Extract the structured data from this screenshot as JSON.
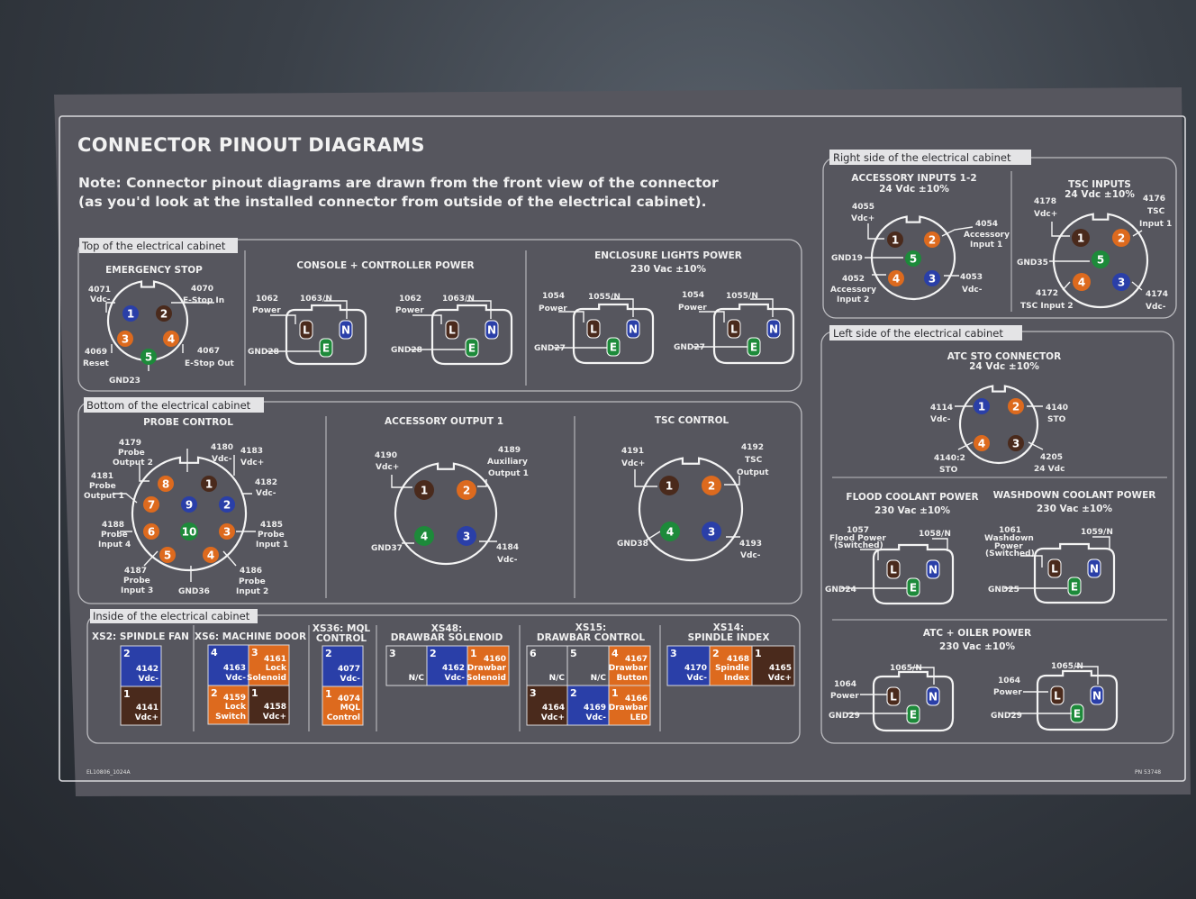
{
  "plate": {
    "title": "CONNECTOR PINOUT DIAGRAMS",
    "note_line1": "Note: Connector pinout diagrams are drawn from the front view of the connector",
    "note_line2": "(as you'd look at the installed connector from outside of the electrical cabinet).",
    "part_code_left": "EL10806_1024A",
    "part_code_right": "PN 53748"
  },
  "colors": {
    "brown": "#4a2a1c",
    "orange": "#dd6a1e",
    "blue": "#2a3fa8",
    "green": "#1d8a3a",
    "white": "#ffffff"
  },
  "sections": {
    "top": "Top of the electrical cabinet",
    "bottom": "Bottom of the electrical cabinet",
    "inside": "Inside of the electrical cabinet",
    "right": "Right side of the electrical cabinet",
    "left": "Left side of the electrical cabinet"
  },
  "connectors": {
    "estop": {
      "title": "EMERGENCY STOP",
      "l_4071": "4071",
      "l_vdcm": "Vdc-",
      "l_4070": "4070",
      "l_estopin": "E-Stop In",
      "l_4069": "4069",
      "l_reset": "Reset",
      "l_4067": "4067",
      "l_estopout": "E-Stop Out",
      "l_gnd": "GND23",
      "pins": [
        "1",
        "2",
        "3",
        "4",
        "5"
      ]
    },
    "console": {
      "title": "CONSOLE + CONTROLLER POWER",
      "a_1062": "1062",
      "a_power": "Power",
      "a_1063": "1063/N",
      "a_gnd": "GND28",
      "b_1062": "1062",
      "b_power": "Power",
      "b_1063": "1063/N",
      "b_gnd": "GND28",
      "pins": [
        "L",
        "N",
        "E"
      ]
    },
    "enclosure": {
      "title": "ENCLOSURE LIGHTS POWER",
      "subtitle": "230 Vac ±10%",
      "a_1054": "1054",
      "a_power": "Power",
      "a_1055": "1055/N",
      "a_gnd": "GND27",
      "b_1054": "1054",
      "b_power": "Power",
      "b_1055": "1055/N",
      "b_gnd": "GND27"
    },
    "probe": {
      "title": "PROBE CONTROL",
      "l_4179": "4179",
      "l_probe_out2_a": "Probe",
      "l_probe_out2_b": "Output 2",
      "l_4180": "4180",
      "l_vdcm": "Vdc-",
      "l_4183": "4183",
      "l_vdcp": "Vdc+",
      "l_4181": "4181",
      "l_probe_out1_a": "Probe",
      "l_probe_out1_b": "Output 1",
      "l_4182": "4182",
      "l_4182v": "Vdc-",
      "l_4188": "4188",
      "l_probe_in4_a": "Probe",
      "l_probe_in4_b": "Input 4",
      "l_4185": "4185",
      "l_probe_in1_a": "Probe",
      "l_probe_in1_b": "Input 1",
      "l_4187": "4187",
      "l_probe_in3_a": "Probe",
      "l_probe_in3_b": "Input 3",
      "l_gnd": "GND36",
      "l_4186": "4186",
      "l_probe_in2_a": "Probe",
      "l_probe_in2_b": "Input 2",
      "pins": [
        "8",
        "1",
        "7",
        "9",
        "2",
        "6",
        "10",
        "3",
        "5",
        "4"
      ]
    },
    "accessory_out": {
      "title": "ACCESSORY OUTPUT 1",
      "l_4190": "4190",
      "l_vdcp": "Vdc+",
      "l_4189": "4189",
      "l_aux_a": "Auxiliary",
      "l_aux_b": "Output 1",
      "l_gnd": "GND37",
      "l_4184": "4184",
      "l_vdcm": "Vdc-",
      "pins": [
        "1",
        "2",
        "4",
        "3"
      ]
    },
    "tsc_control": {
      "title": "TSC CONTROL",
      "l_4191": "4191",
      "l_vdcp": "Vdc+",
      "l_4192": "4192",
      "l_tsc_a": "TSC",
      "l_tsc_b": "Output",
      "l_gnd": "GND38",
      "l_4193": "4193",
      "l_vdcm": "Vdc-",
      "pins": [
        "1",
        "2",
        "4",
        "3"
      ]
    },
    "accessory_in": {
      "title": "ACCESSORY INPUTS 1-2",
      "subtitle": "24 Vdc ±10%",
      "l_4055": "4055",
      "l_vdcp": "Vdc+",
      "l_4054": "4054",
      "l_acc1_a": "Accessory",
      "l_acc1_b": "Input 1",
      "l_gnd": "GND19",
      "l_4052": "4052",
      "l_acc2_a": "Accessory",
      "l_acc2_b": "Input 2",
      "l_4053": "4053",
      "l_vdcm": "Vdc-",
      "pins": [
        "1",
        "2",
        "5",
        "4",
        "3"
      ]
    },
    "tsc_inputs": {
      "title": "TSC INPUTS",
      "subtitle": "24 Vdc ±10%",
      "l_4178": "4178",
      "l_vdcp": "Vdc+",
      "l_4176": "4176",
      "l_tsc_a": "TSC",
      "l_tsc_b": "Input 1",
      "l_gnd": "GND35",
      "l_4172": "4172",
      "l_tsc2": "TSC Input 2",
      "l_4174": "4174",
      "l_vdcm": "Vdc-",
      "pins": [
        "1",
        "2",
        "5",
        "4",
        "3"
      ]
    },
    "atc_sto": {
      "title": "ATC STO CONNECTOR",
      "subtitle": "24 Vdc ±10%",
      "l_4114": "4114",
      "l_vdcm": "Vdc-",
      "l_4140": "4140",
      "l_sto": "STO",
      "l_4140_2": "4140:2",
      "l_sto2": "STO",
      "l_4205": "4205",
      "l_24vdc": "24 Vdc",
      "pins": [
        "1",
        "2",
        "4",
        "3"
      ]
    },
    "flood": {
      "title": "FLOOD COOLANT POWER",
      "subtitle": "230 Vac ±10%",
      "l_1057": "1057",
      "l_fp_a": "Flood Power",
      "l_fp_b": "(Switched)",
      "l_1058": "1058/N",
      "l_gnd": "GND24"
    },
    "washdown": {
      "title": "WASHDOWN COOLANT POWER",
      "subtitle": "230 Vac ±10%",
      "l_1061": "1061",
      "l_wd_a": "Washdown",
      "l_wd_b": "Power",
      "l_wd_c": "(Switched)",
      "l_1059": "1059/N",
      "l_gnd": "GND25"
    },
    "atc_oiler": {
      "title": "ATC + OILER POWER",
      "subtitle": "230 Vac ±10%",
      "a_1065": "1065/N",
      "a_1064": "1064",
      "a_power": "Power",
      "a_gnd": "GND29",
      "b_1065": "1065/N",
      "b_1064": "1064",
      "b_power": "Power",
      "b_gnd": "GND29"
    }
  },
  "inside": {
    "xs2": {
      "title": "XS2: SPINDLE FAN",
      "c1": {
        "num": "2",
        "wire": "4142",
        "desc": "Vdc-"
      },
      "c2": {
        "num": "1",
        "wire": "4141",
        "desc": "Vdc+"
      }
    },
    "xs6": {
      "title": "XS6: MACHINE DOOR",
      "c1": {
        "num": "4",
        "wire": "4163",
        "desc": "Vdc-"
      },
      "c2": {
        "num": "3",
        "wire": "4161",
        "desc_a": "Lock",
        "desc_b": "Solenoid"
      },
      "c3": {
        "num": "2",
        "wire": "4159",
        "desc_a": "Lock",
        "desc_b": "Switch"
      },
      "c4": {
        "num": "1",
        "wire": "4158",
        "desc": "Vdc+"
      }
    },
    "xs36": {
      "title_a": "XS36: MQL",
      "title_b": "CONTROL",
      "c1": {
        "num": "2",
        "wire": "4077",
        "desc": "Vdc-"
      },
      "c2": {
        "num": "1",
        "wire": "4074",
        "desc_a": "MQL",
        "desc_b": "Control"
      }
    },
    "xs48": {
      "title_a": "XS48:",
      "title_b": "DRAWBAR SOLENOID",
      "c1": {
        "num": "3",
        "desc": "N/C"
      },
      "c2": {
        "num": "2",
        "wire": "4162",
        "desc": "Vdc-"
      },
      "c3": {
        "num": "1",
        "wire": "4160",
        "desc_a": "Drawbar",
        "desc_b": "Solenoid"
      }
    },
    "xs15": {
      "title_a": "XS15:",
      "title_b": "DRAWBAR CONTROL",
      "c1": {
        "num": "6",
        "desc": "N/C"
      },
      "c2": {
        "num": "5",
        "desc": "N/C"
      },
      "c3": {
        "num": "4",
        "wire": "4167",
        "desc_a": "Drawbar",
        "desc_b": "Button"
      },
      "c4": {
        "num": "3",
        "wire": "4164",
        "desc": "Vdc+"
      },
      "c5": {
        "num": "2",
        "wire": "4169",
        "desc": "Vdc-"
      },
      "c6": {
        "num": "1",
        "wire": "4166",
        "desc_a": "Drawbar",
        "desc_b": "LED"
      }
    },
    "xs14": {
      "title_a": "XS14:",
      "title_b": "SPINDLE INDEX",
      "c1": {
        "num": "3",
        "wire": "4170",
        "desc": "Vdc-"
      },
      "c2": {
        "num": "2",
        "wire": "4168",
        "desc_a": "Spindle",
        "desc_b": "Index"
      },
      "c3": {
        "num": "1",
        "wire": "4165",
        "desc": "Vdc+"
      }
    }
  }
}
